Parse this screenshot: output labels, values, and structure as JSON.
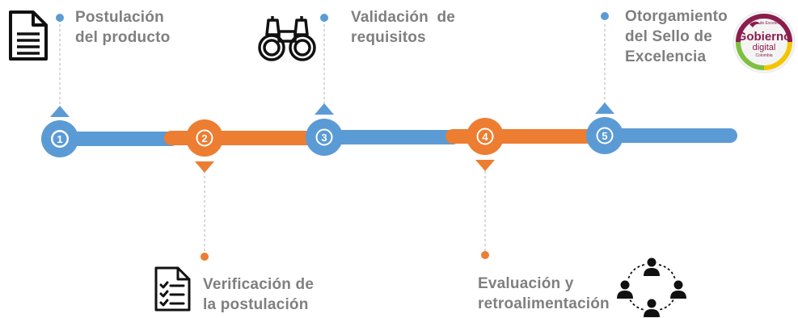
{
  "colors": {
    "blue": "#5b9bd5",
    "orange": "#ed7d31",
    "text": "#7f7f7f",
    "connector": "#bfbfbf",
    "icon": "#111111"
  },
  "steps": [
    {
      "number": "1",
      "line1": "Postulación",
      "line2": "del producto",
      "icon": "document-icon",
      "color": "blue",
      "position": "above"
    },
    {
      "number": "2",
      "line1": "Verificación de",
      "line2": "la postulación",
      "icon": "checklist-icon",
      "color": "orange",
      "position": "below"
    },
    {
      "number": "3",
      "line1": "Validación de",
      "line2": "requisitos",
      "icon": "binoculars-icon",
      "color": "blue",
      "position": "above"
    },
    {
      "number": "4",
      "line1": "Evaluación y",
      "line2": "retroalimentación",
      "icon": "people-network-icon",
      "color": "orange",
      "position": "below"
    },
    {
      "number": "5",
      "line1": "Otorgamiento",
      "line2": "del Sello de",
      "line3": "Excelencia",
      "icon": "seal-logo",
      "color": "blue",
      "position": "above"
    }
  ],
  "seal": {
    "top_text": "Sello de Excelencia",
    "main_text": "Gobierno",
    "sub_text": "digital",
    "country": "Colombia"
  }
}
